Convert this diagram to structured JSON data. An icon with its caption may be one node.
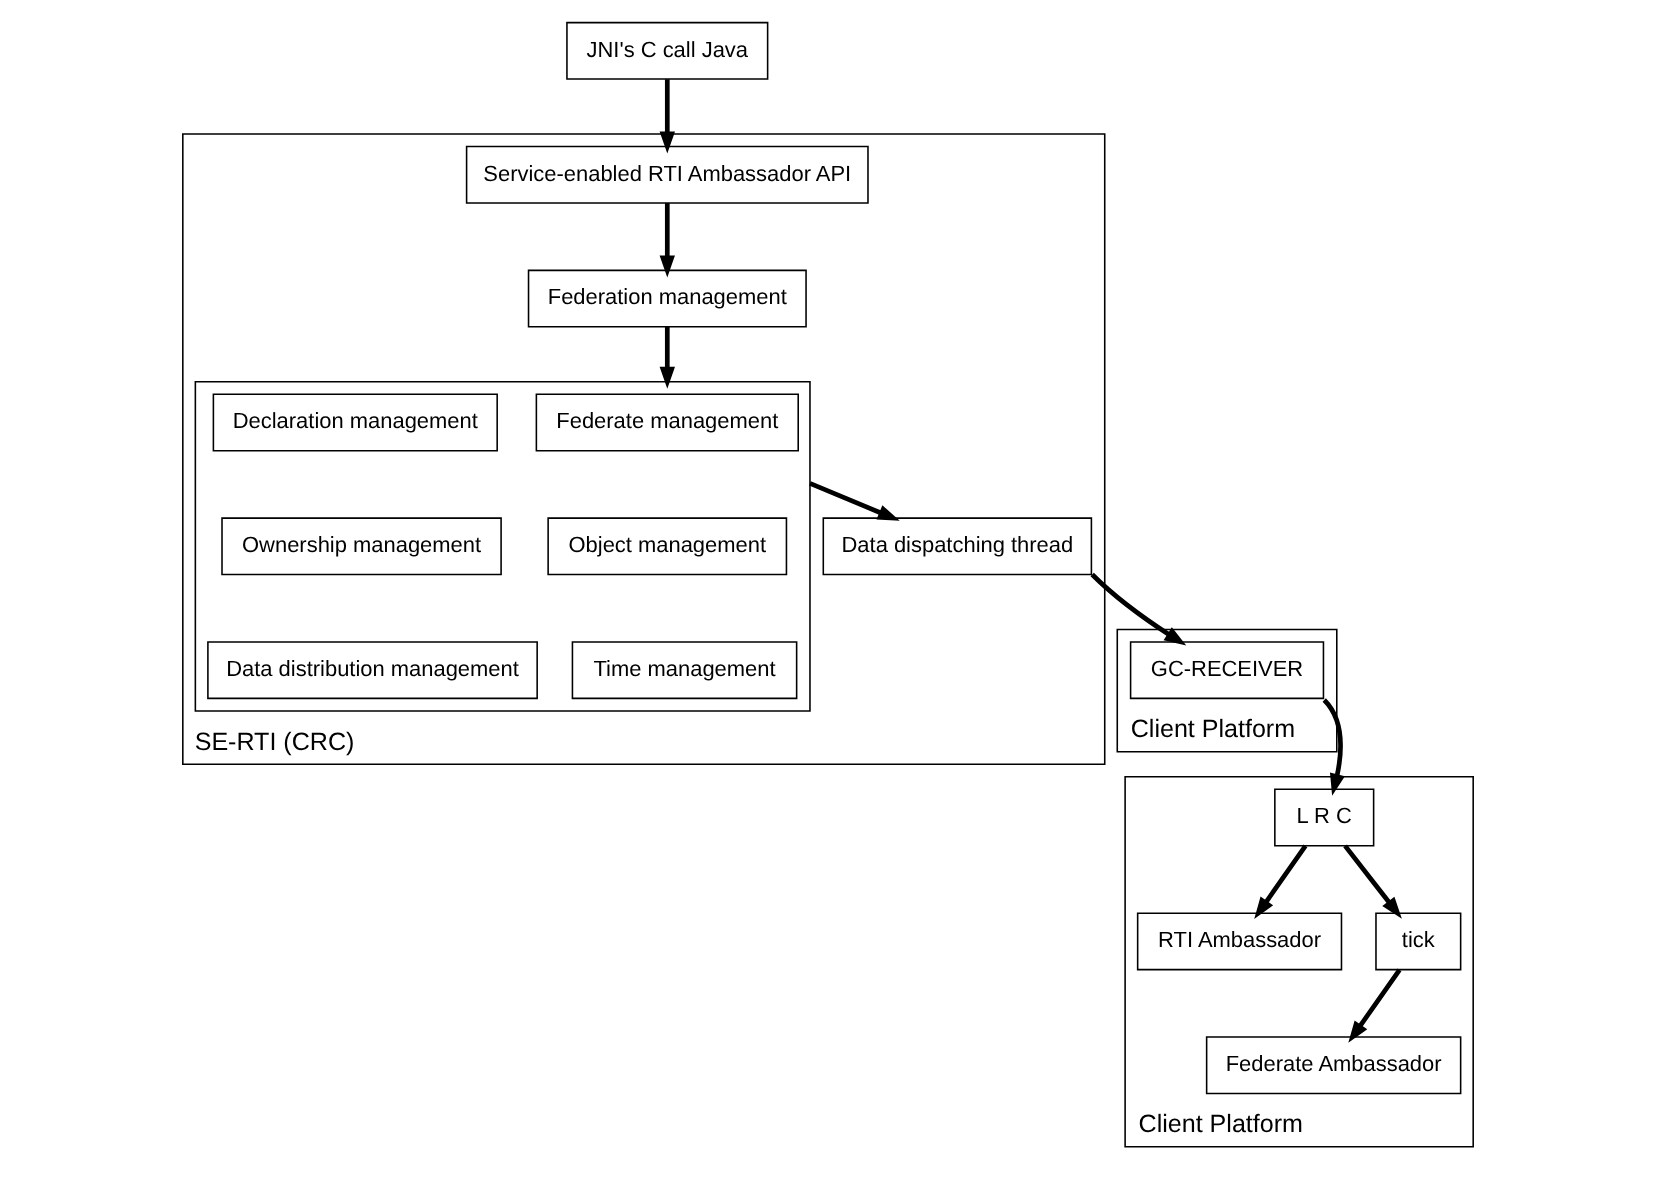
{
  "diagram": {
    "nodes": [
      {
        "text": [
          "SE-RTI (CRC)"
        ]
      },
      {
        "text": [
          "Service-enabled RTI Ambassador API"
        ],
        "in": 0
      },
      {
        "text": [
          "Federation management"
        ],
        "in": 0
      },
      {
        "text": [],
        "shape": "box",
        "in": 0
      },
      {
        "text": [
          "Federate management"
        ],
        "in": 3
      },
      {
        "text": [
          "Declaration management"
        ],
        "in": 3
      },
      {
        "text": [
          "Object management"
        ],
        "in": 3
      },
      {
        "text": [
          "Ownership management"
        ],
        "in": 3
      },
      {
        "text": [
          "Time management"
        ],
        "in": 3
      },
      {
        "text": [
          "Data distribution management"
        ],
        "in": 3
      },
      {
        "text": [
          "Data dispatching thread"
        ],
        "in": 0
      },
      {
        "text": [
          "JNI's C call Java"
        ]
      },
      {
        "text": [
          "Client Platform"
        ]
      },
      {
        "text": [
          "Federate Ambassador"
        ],
        "in": 12
      },
      {
        "text": [
          "RTI Ambassador"
        ],
        "in": 12
      },
      {
        "text": [
          "tick"
        ],
        "in": 12
      },
      {
        "text": [
          "L R C"
        ],
        "in": 12
      },
      {
        "text": [
          "Client Platform"
        ]
      },
      {
        "text": [
          "GC-RECEIVER"
        ],
        "in": 17
      }
    ],
    "edges": [
      {
        "from": 1,
        "to": 2,
        "arrow": "to"
      },
      {
        "from": 2,
        "to": 3,
        "arrow": "to"
      },
      {
        "from": 3,
        "to": 10,
        "arrow": "to"
      },
      {
        "from": 10,
        "to": 18,
        "arrow": "to"
      },
      {
        "from": 18,
        "to": 16,
        "arrow": "to"
      },
      {
        "from": 16,
        "to": 15,
        "arrow": "to"
      },
      {
        "from": 15,
        "to": 13,
        "arrow": "to"
      },
      {
        "from": 16,
        "to": 14,
        "arrow": "to"
      },
      {
        "from": 11,
        "to": 1,
        "arrow": "to"
      }
    ]
  }
}
